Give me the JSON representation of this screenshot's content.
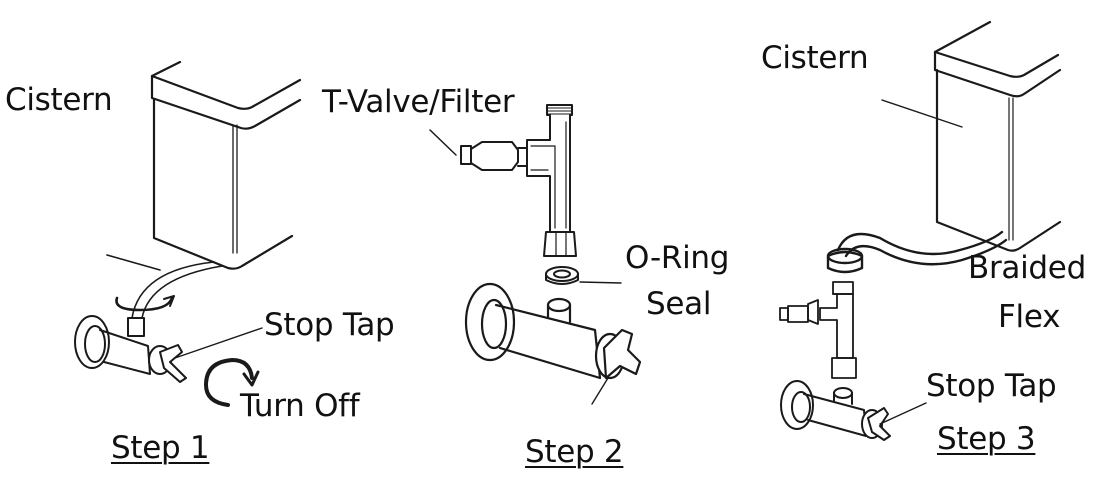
{
  "diagram": {
    "title": "Toilet cistern T-valve filter installation steps",
    "steps": [
      {
        "step_label": "Step 1",
        "labels": {
          "cistern": "Cistern",
          "stop_tap": "Stop Tap",
          "turn_off": "Turn Off"
        }
      },
      {
        "step_label": "Step 2",
        "labels": {
          "t_valve": "T-Valve/Filter",
          "o_ring_line1": "O-Ring",
          "o_ring_line2": "Seal"
        }
      },
      {
        "step_label": "Step 3",
        "labels": {
          "cistern": "Cistern",
          "braided_line1": "Braided",
          "braided_line2": "Flex",
          "stop_tap": "Stop Tap"
        }
      }
    ]
  }
}
